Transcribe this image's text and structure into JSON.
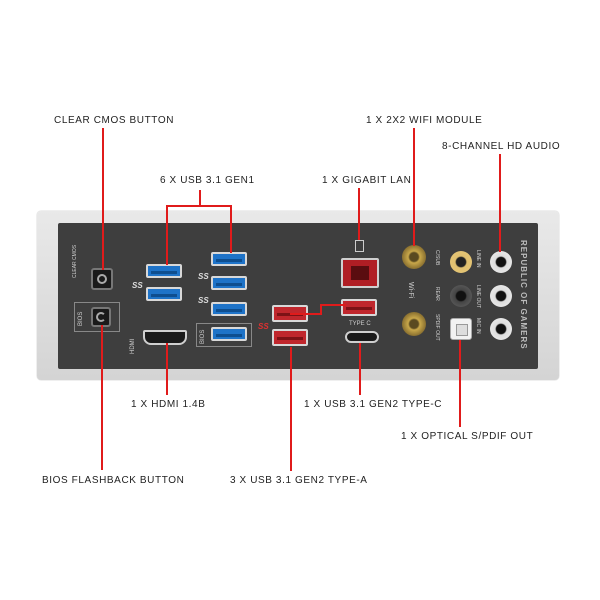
{
  "labels": {
    "clear_cmos": "CLEAR CMOS BUTTON",
    "usb31_gen1": "6 X USB 3.1 GEN1",
    "gigabit_lan": "1 X GIGABIT LAN",
    "wifi_module": "1 X 2X2 WIFI MODULE",
    "hd_audio": "8-CHANNEL HD AUDIO",
    "hdmi": "1 X HDMI 1.4B",
    "usb_typec": "1 X USB 3.1 GEN2 TYPE-C",
    "optical": "1 X OPTICAL S/PDIF OUT",
    "bios_flashback": "BIOS FLASHBACK BUTTON",
    "usb_typea": "3 X USB 3.1 GEN2 TYPE-A"
  },
  "panel_text": {
    "clear_cmos": "CLEAR CMOS",
    "bios_left": "BIOS",
    "bios_btn": "BIOS",
    "hdmi": "HDMI",
    "bios_usb": "BIOS",
    "type_c": "TYPE C",
    "wifi": "Wi-Fi",
    "c_sub": "C/SUB",
    "rear": "REAR",
    "spdif_out": "SPDIF OUT",
    "line_in": "LINE IN",
    "line_out": "LINE OUT",
    "mic_in": "MIC IN",
    "brand": "REPUBLIC OF GAMERS",
    "ss1": "SS",
    "ss2": "SS",
    "ss3": "SS",
    "ss_red": "SS"
  },
  "colors": {
    "callout_line": "#e01b1b",
    "usb_gen1": "#1e73c8",
    "usb_gen2": "#c0272d",
    "panel": "#3e3e3e"
  }
}
